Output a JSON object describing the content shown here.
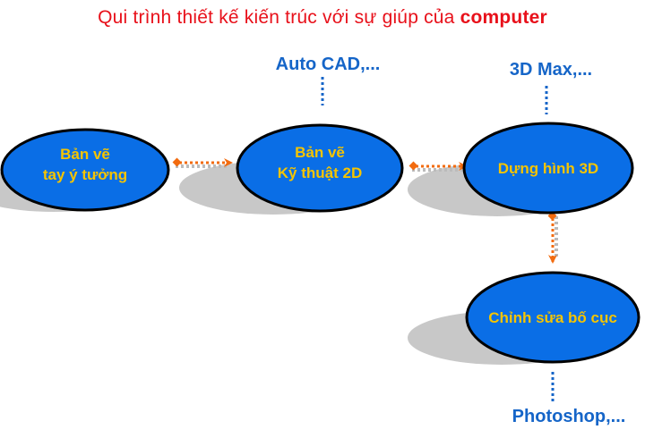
{
  "title": {
    "text": "Qui trình thiết kế kiến trúc với sự giúp của",
    "emphasis": "computer"
  },
  "nodes": [
    {
      "line1": "Bản vẽ",
      "line2": "tay ý tưởng"
    },
    {
      "line1": "Bản vẽ",
      "line2": "Kỹ thuật 2D"
    },
    {
      "line1": "Dựng hình 3D"
    },
    {
      "line1": "Chỉnh sửa bố cục"
    }
  ],
  "tools": {
    "autocad": "Auto CAD,...",
    "max3d": "3D Max,...",
    "photoshop": "Photoshop,..."
  },
  "colors": {
    "node_fill": "#0a6ee6",
    "node_text": "#f5c400",
    "title": "#e8101a",
    "tool": "#1565c8",
    "arrow": "#f26b0f"
  }
}
